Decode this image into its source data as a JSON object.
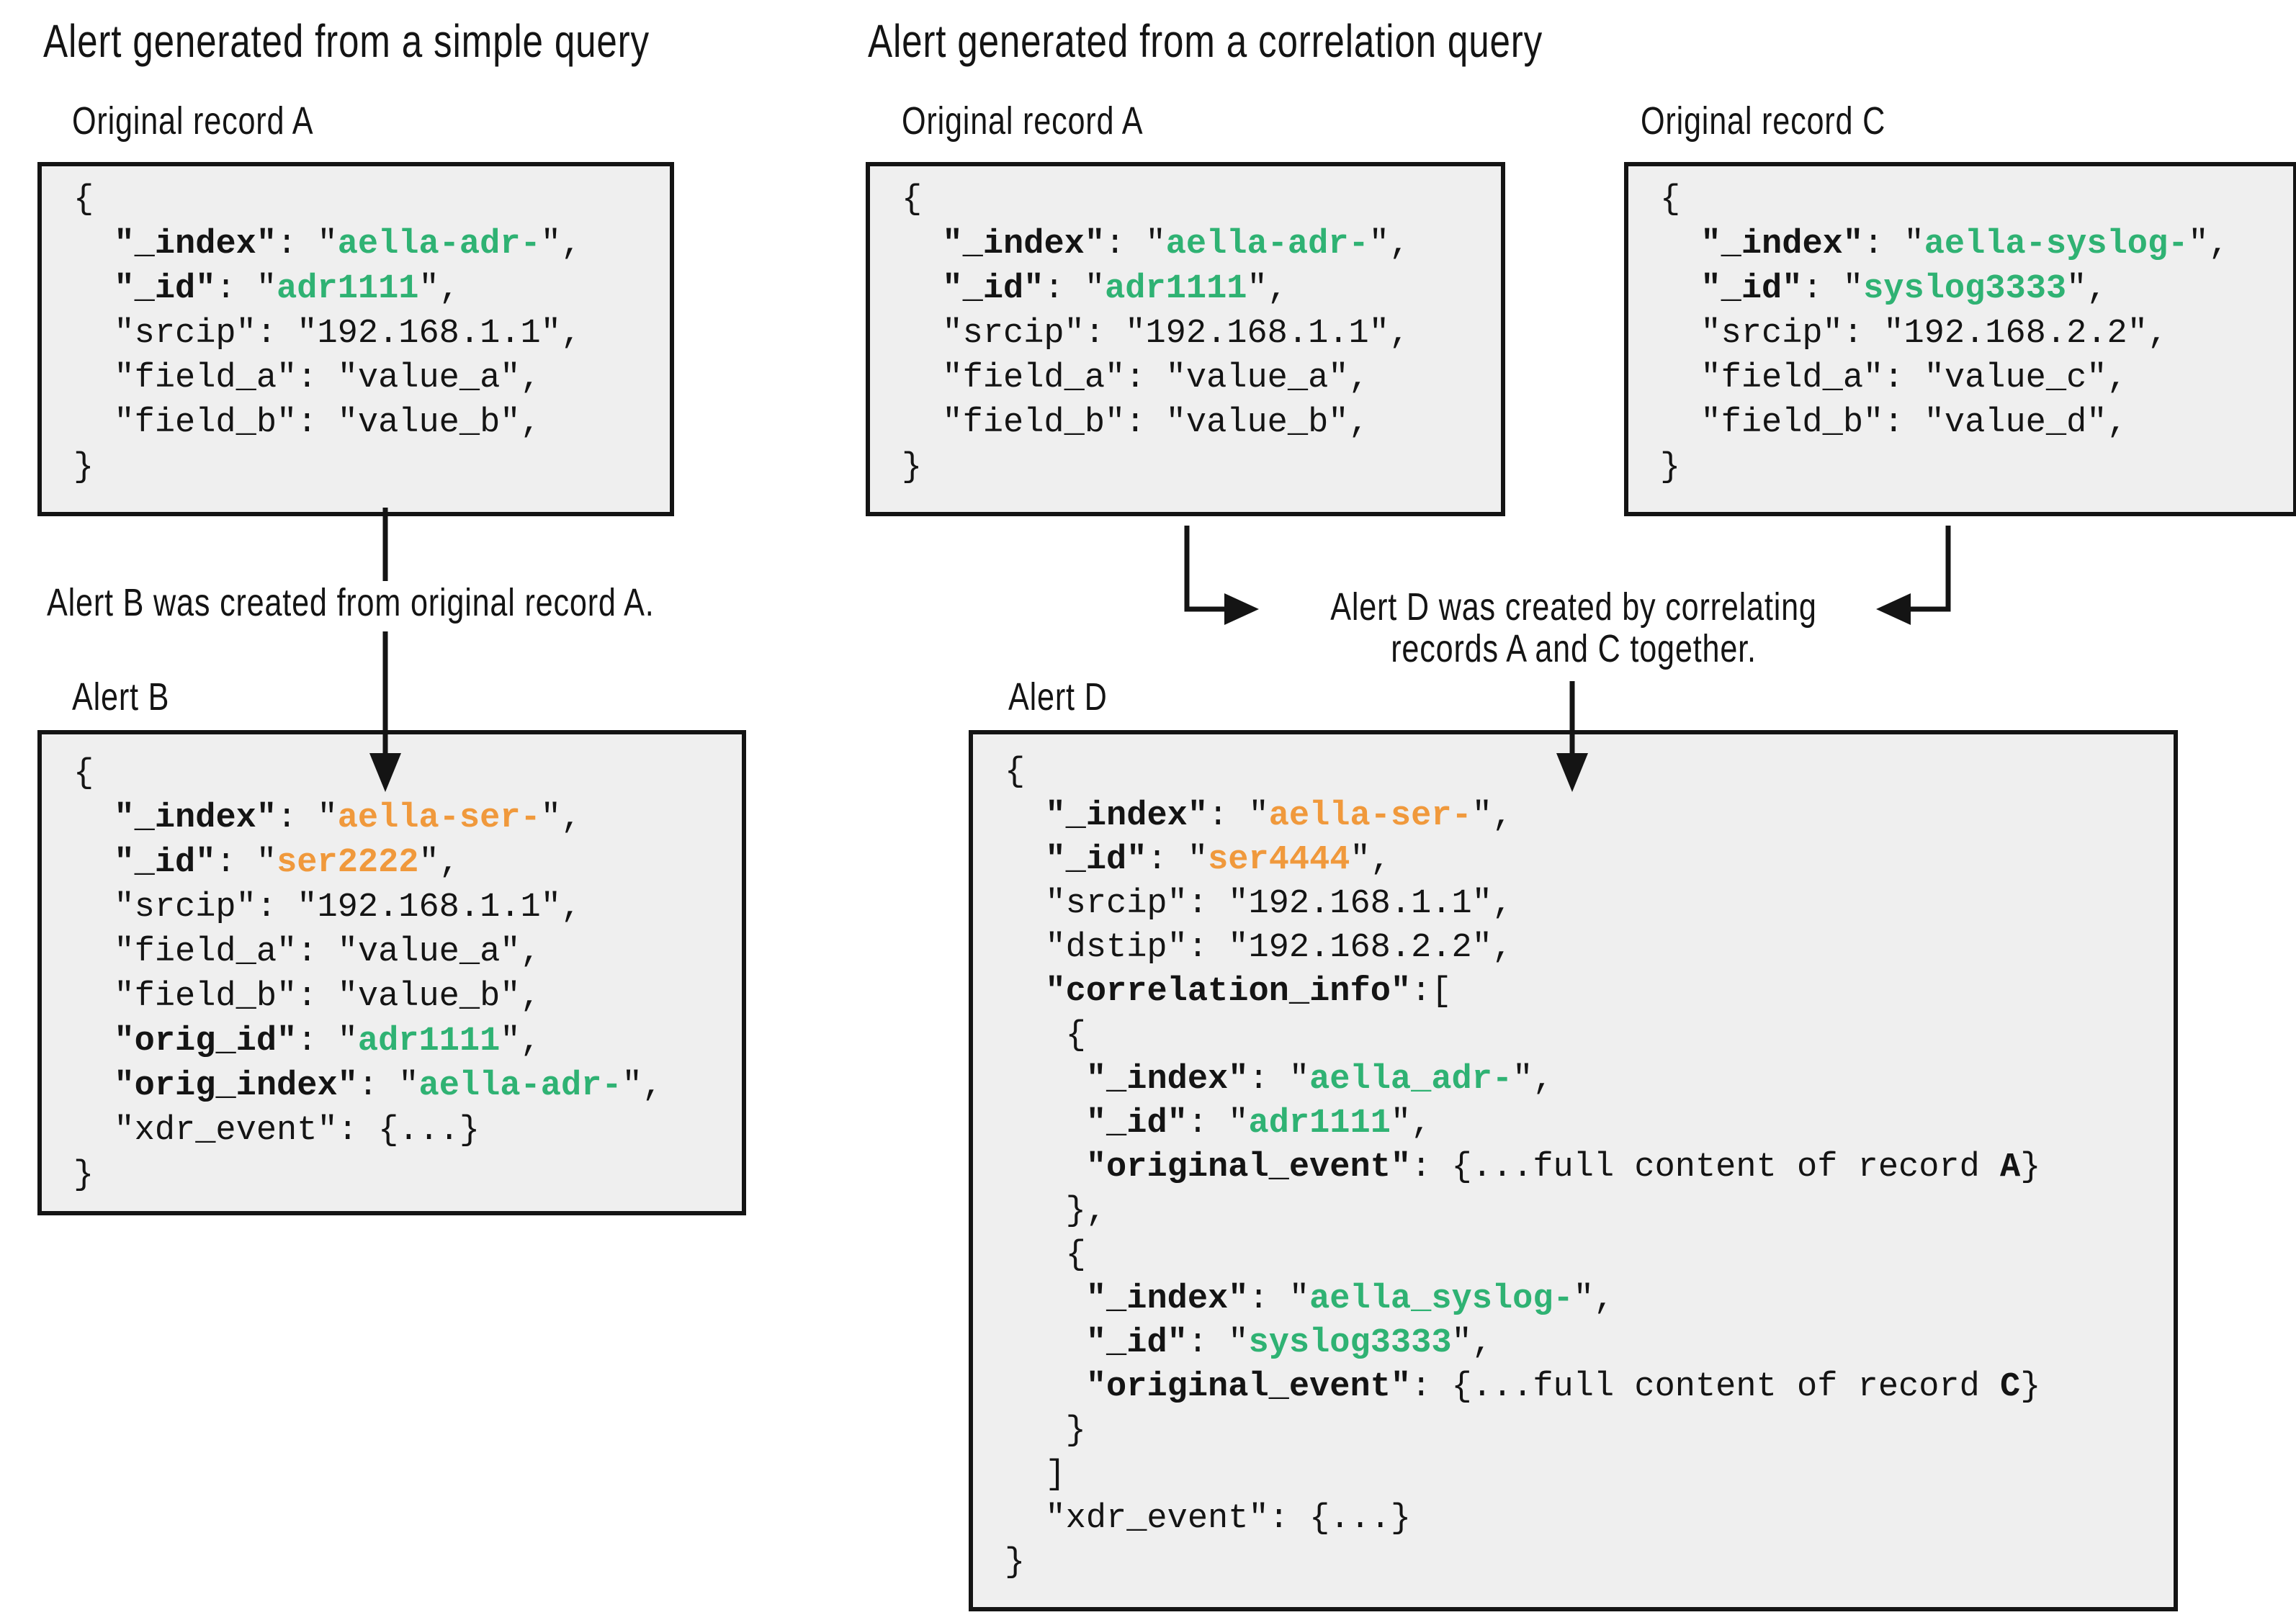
{
  "colors": {
    "green": "#2fb273",
    "orange": "#f0993c",
    "box_bg": "#efefef",
    "ink": "#141414"
  },
  "sections": {
    "simple": {
      "title": "Alert generated from a simple query",
      "record_a_label": "Original record A",
      "alert_label": "Alert B",
      "annotation": "Alert B was created from original record A."
    },
    "correlation": {
      "title": "Alert generated from a correlation query",
      "record_a_label": "Original record A",
      "record_c_label": "Original record C",
      "alert_label": "Alert D",
      "annotation_line1": "Alert D was created by correlating",
      "annotation_line2": "records A and C together."
    }
  },
  "code_blocks": {
    "record_a": {
      "lines": [
        [
          {
            "t": "{"
          }
        ],
        [
          {
            "t": "  "
          },
          {
            "t": "\"_index\"",
            "b": true
          },
          {
            "t": ": \""
          },
          {
            "t": "aella-adr-",
            "c": "g"
          },
          {
            "t": "\","
          }
        ],
        [
          {
            "t": "  "
          },
          {
            "t": "\"_id\"",
            "b": true
          },
          {
            "t": ": \""
          },
          {
            "t": "adr1111",
            "c": "g"
          },
          {
            "t": "\","
          }
        ],
        [
          {
            "t": "  \"srcip\": \"192.168.1.1\","
          }
        ],
        [
          {
            "t": "  \"field_a\": \"value_a\","
          }
        ],
        [
          {
            "t": "  \"field_b\": \"value_b\","
          }
        ],
        [
          {
            "t": "}"
          }
        ]
      ]
    },
    "record_c": {
      "lines": [
        [
          {
            "t": "{"
          }
        ],
        [
          {
            "t": "  "
          },
          {
            "t": "\"_index\"",
            "b": true
          },
          {
            "t": ": \""
          },
          {
            "t": "aella-syslog-",
            "c": "g"
          },
          {
            "t": "\","
          }
        ],
        [
          {
            "t": "  "
          },
          {
            "t": "\"_id\"",
            "b": true
          },
          {
            "t": ": \""
          },
          {
            "t": "syslog3333",
            "c": "g"
          },
          {
            "t": "\","
          }
        ],
        [
          {
            "t": "  \"srcip\": \"192.168.2.2\","
          }
        ],
        [
          {
            "t": "  \"field_a\": \"value_c\","
          }
        ],
        [
          {
            "t": "  \"field_b\": \"value_d\","
          }
        ],
        [
          {
            "t": "}"
          }
        ]
      ]
    },
    "alert_b": {
      "lines": [
        [
          {
            "t": "{"
          }
        ],
        [
          {
            "t": "  "
          },
          {
            "t": "\"_index\"",
            "b": true
          },
          {
            "t": ": \""
          },
          {
            "t": "aella-ser-",
            "c": "o"
          },
          {
            "t": "\","
          }
        ],
        [
          {
            "t": "  "
          },
          {
            "t": "\"_id\"",
            "b": true
          },
          {
            "t": ": \""
          },
          {
            "t": "ser2222",
            "c": "o"
          },
          {
            "t": "\","
          }
        ],
        [
          {
            "t": "  \"srcip\": \"192.168.1.1\","
          }
        ],
        [
          {
            "t": "  \"field_a\": \"value_a\","
          }
        ],
        [
          {
            "t": "  \"field_b\": \"value_b\","
          }
        ],
        [
          {
            "t": "  "
          },
          {
            "t": "\"orig_id\"",
            "b": true
          },
          {
            "t": ": \""
          },
          {
            "t": "adr1111",
            "c": "g"
          },
          {
            "t": "\","
          }
        ],
        [
          {
            "t": "  "
          },
          {
            "t": "\"orig_index\"",
            "b": true
          },
          {
            "t": ": \""
          },
          {
            "t": "aella-adr-",
            "c": "g"
          },
          {
            "t": "\","
          }
        ],
        [
          {
            "t": "  \"xdr_event\": {...}"
          }
        ],
        [
          {
            "t": "}"
          }
        ]
      ]
    },
    "alert_d": {
      "lines": [
        [
          {
            "t": "{"
          }
        ],
        [
          {
            "t": "  "
          },
          {
            "t": "\"_index\"",
            "b": true
          },
          {
            "t": ": \""
          },
          {
            "t": "aella-ser-",
            "c": "o"
          },
          {
            "t": "\","
          }
        ],
        [
          {
            "t": "  "
          },
          {
            "t": "\"_id\"",
            "b": true
          },
          {
            "t": ": \""
          },
          {
            "t": "ser4444",
            "c": "o"
          },
          {
            "t": "\","
          }
        ],
        [
          {
            "t": "  \"srcip\": \"192.168.1.1\","
          }
        ],
        [
          {
            "t": "  \"dstip\": \"192.168.2.2\","
          }
        ],
        [
          {
            "t": "  "
          },
          {
            "t": "\"correlation_info\"",
            "b": true
          },
          {
            "t": ":["
          }
        ],
        [
          {
            "t": "   {"
          }
        ],
        [
          {
            "t": "    "
          },
          {
            "t": "\"_index\"",
            "b": true
          },
          {
            "t": ": \""
          },
          {
            "t": "aella_adr-",
            "c": "g"
          },
          {
            "t": "\","
          }
        ],
        [
          {
            "t": "    "
          },
          {
            "t": "\"_id\"",
            "b": true
          },
          {
            "t": ": \""
          },
          {
            "t": "adr1111",
            "c": "g"
          },
          {
            "t": "\","
          }
        ],
        [
          {
            "t": "    "
          },
          {
            "t": "\"original_event\"",
            "b": true
          },
          {
            "t": ": {...full content of record "
          },
          {
            "t": "A",
            "b": true
          },
          {
            "t": "}"
          }
        ],
        [
          {
            "t": "   },"
          }
        ],
        [
          {
            "t": "   {"
          }
        ],
        [
          {
            "t": "    "
          },
          {
            "t": "\"_index\"",
            "b": true
          },
          {
            "t": ": \""
          },
          {
            "t": "aella_syslog-",
            "c": "g"
          },
          {
            "t": "\","
          }
        ],
        [
          {
            "t": "    "
          },
          {
            "t": "\"_id\"",
            "b": true
          },
          {
            "t": ": \""
          },
          {
            "t": "syslog3333",
            "c": "g"
          },
          {
            "t": "\","
          }
        ],
        [
          {
            "t": "    "
          },
          {
            "t": "\"original_event\"",
            "b": true
          },
          {
            "t": ": {...full content of record "
          },
          {
            "t": "C",
            "b": true
          },
          {
            "t": "}"
          }
        ],
        [
          {
            "t": "   }"
          }
        ],
        [
          {
            "t": "  ]"
          }
        ],
        [
          {
            "t": "  \"xdr_event\": {...}"
          }
        ],
        [
          {
            "t": "}"
          }
        ]
      ]
    }
  }
}
